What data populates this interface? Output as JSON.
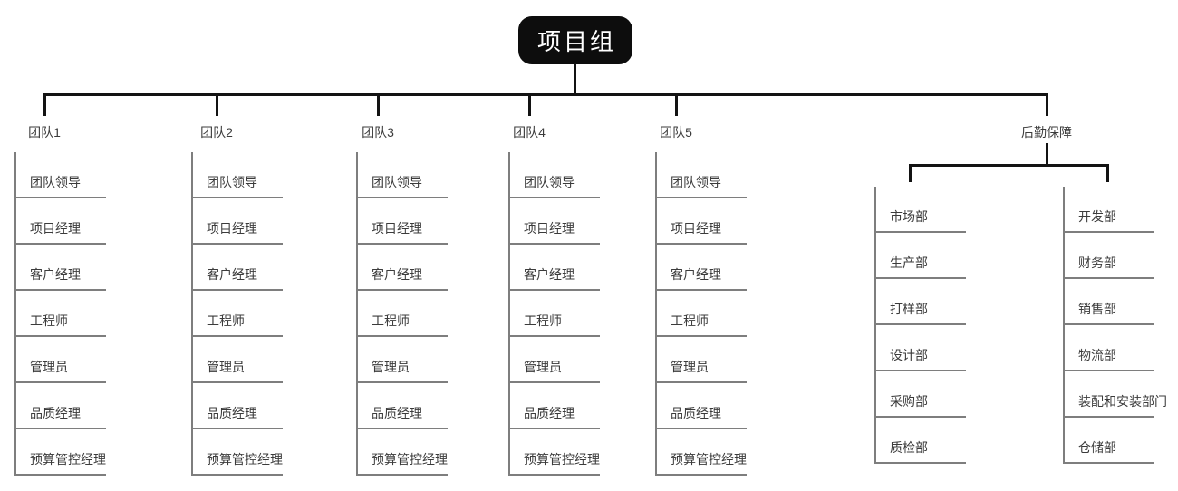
{
  "root": {
    "label": "项目组"
  },
  "teams": [
    {
      "label": "团队1",
      "members": [
        "团队领导",
        "项目经理",
        "客户经理",
        "工程师",
        "管理员",
        "品质经理",
        "预算管控经理"
      ]
    },
    {
      "label": "团队2",
      "members": [
        "团队领导",
        "项目经理",
        "客户经理",
        "工程师",
        "管理员",
        "品质经理",
        "预算管控经理"
      ]
    },
    {
      "label": "团队3",
      "members": [
        "团队领导",
        "项目经理",
        "客户经理",
        "工程师",
        "管理员",
        "品质经理",
        "预算管控经理"
      ]
    },
    {
      "label": "团队4",
      "members": [
        "团队领导",
        "项目经理",
        "客户经理",
        "工程师",
        "管理员",
        "品质经理",
        "预算管控经理"
      ]
    },
    {
      "label": "团队5",
      "members": [
        "团队领导",
        "项目经理",
        "客户经理",
        "工程师",
        "管理员",
        "品质经理",
        "预算管控经理"
      ]
    }
  ],
  "logistics": {
    "label": "后勤保障",
    "departments_left": [
      "市场部",
      "生产部",
      "打样部",
      "设计部",
      "采购部",
      "质检部"
    ],
    "departments_right": [
      "开发部",
      "财务部",
      "销售部",
      "物流部",
      "装配和安装部门",
      "仓储部"
    ]
  },
  "colors": {
    "connector": "#131313",
    "list_line": "#7e7e7e",
    "text": "#3b3b3b",
    "node_bg": "#0d0d0d",
    "node_text": "#ffffff"
  }
}
